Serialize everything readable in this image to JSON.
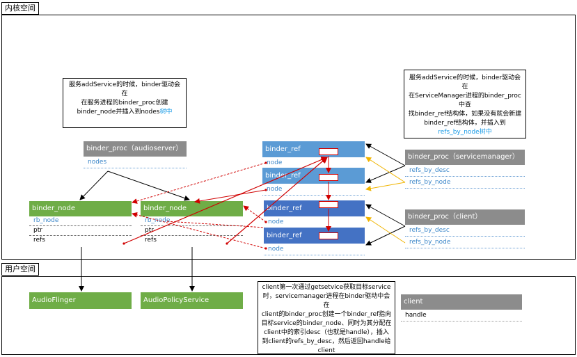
{
  "regions": {
    "kernel": "内核空间",
    "user": "用户空间"
  },
  "notes": {
    "left": [
      "服务addService的时候，binder驱动会在",
      "在服务进程的binder_proc创建",
      "binder_node并插入到nodes",
      "树中"
    ],
    "right": [
      "服务addService的时候，binder驱动会在",
      "在ServiceManager进程的binder_proc中查",
      "找binder_ref结构体，如果没有就会新建",
      "binder_ref结构体，并插入到",
      "refs_by_node树中"
    ],
    "bottom": [
      "client第一次通过getsetvice获取目标service",
      "时，servicemanager进程在binder驱动中会在",
      "client的binder_proc创建一个binder_ref指向",
      "目标service的binder_node、同时为其分配在",
      "client中的索引desc（也就是handle），插入",
      "到client的refs_by_desc，然后返回handle给",
      "client"
    ]
  },
  "proc_audioserver": {
    "title": "binder_proc（audioserver）",
    "fields": [
      "nodes"
    ]
  },
  "proc_servicemanager": {
    "title": "binder_proc（servicemanager）",
    "fields": [
      "refs_by_desc",
      "refs_by_node"
    ]
  },
  "proc_client": {
    "title": "binder_proc（client）",
    "fields": [
      "refs_by_desc",
      "refs_by_node"
    ]
  },
  "node1": {
    "title": "binder_node",
    "fields": [
      "rb_node",
      "ptr",
      "refs"
    ]
  },
  "node2": {
    "title": "binder_node",
    "fields": [
      "rb_node",
      "ptr",
      "refs"
    ]
  },
  "refs": [
    {
      "title": "binder_ref",
      "field": "node"
    },
    {
      "title": "binder_ref",
      "field": "node"
    },
    {
      "title": "binder_ref",
      "field": "node"
    },
    {
      "title": "binder_ref",
      "field": "node"
    }
  ],
  "user": {
    "audioflinger": "AudioFlinger",
    "audiopolicy": "AudioPolicyService",
    "client_title": "client",
    "client_field": "handle"
  },
  "colors": {
    "node_green": "#6fad47",
    "proc_gray": "#8c8c8c",
    "ref_light_blue": "#5b9bd5",
    "ref_dark_blue": "#4472c4",
    "link_red": "#d00000",
    "link_orange": "#f0b400"
  }
}
